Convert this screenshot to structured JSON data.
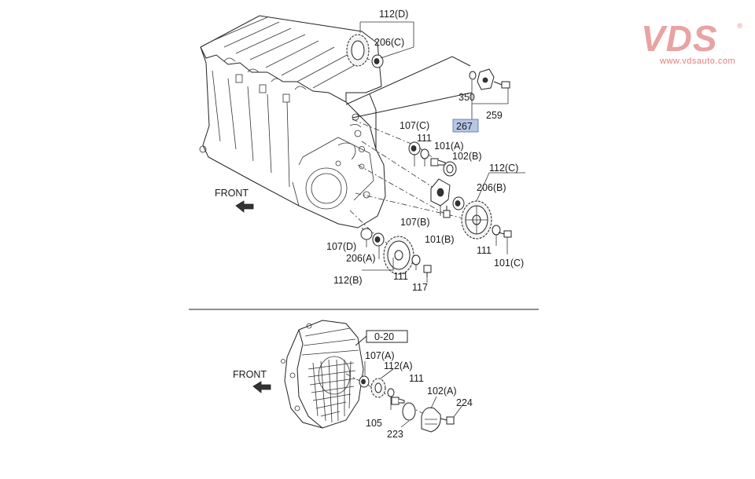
{
  "brand": {
    "name": "VDS",
    "registered": "®",
    "url": "www.vdsauto.com",
    "color": "#e57b7b"
  },
  "colors": {
    "highlight_fill": "#b6c6e6",
    "line": "#222222"
  },
  "upper_view": {
    "direction_label": "FRONT",
    "highlighted_ref": "267",
    "callouts": {
      "c112d": "112(D)",
      "c206c": "206(C)",
      "c350": "350",
      "c259": "259",
      "c267": "267",
      "c107c": "107(C)",
      "c111a": "111",
      "c101a": "101(A)",
      "c102b": "102(B)",
      "c112c": "112(C)",
      "c206b": "206(B)",
      "c107b": "107(B)",
      "c101b": "101(B)",
      "c111b": "111",
      "c101c": "101(C)",
      "c107d": "107(D)",
      "c206a": "206(A)",
      "c112b": "112(B)",
      "c111c": "111",
      "c117": "117"
    }
  },
  "lower_view": {
    "direction_label": "FRONT",
    "reference_box": "0-20",
    "callouts": {
      "c107a": "107(A)",
      "c112a": "112(A)",
      "c111": "111",
      "c102a": "102(A)",
      "c224": "224",
      "c105": "105",
      "c223": "223"
    }
  }
}
